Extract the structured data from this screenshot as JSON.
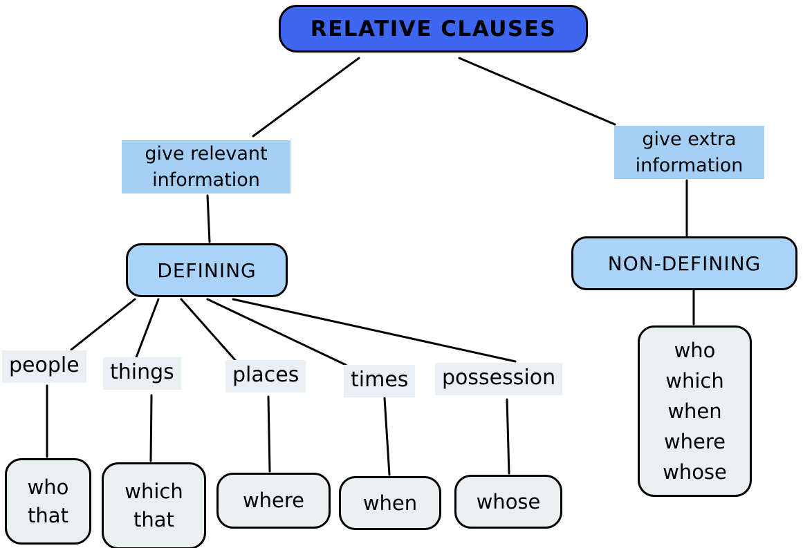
{
  "diagram": {
    "title": "RELATIVE CLAUSES",
    "root": {
      "label": "RELATIVE CLAUSES"
    },
    "left_branch": {
      "description": "give relevant\ninformation",
      "type_label": "DEFINING",
      "categories": [
        {
          "label": "people",
          "pronouns": "who\nthat"
        },
        {
          "label": "things",
          "pronouns": "which\nthat"
        },
        {
          "label": "places",
          "pronouns": "where"
        },
        {
          "label": "times",
          "pronouns": "when"
        },
        {
          "label": "possession",
          "pronouns": "whose"
        }
      ]
    },
    "right_branch": {
      "description": "give extra\ninformation",
      "type_label": "NON-DEFINING",
      "pronouns": "who\nwhich\nwhen\nwhere\nwhose"
    },
    "edges": [
      {
        "from": "relative-clauses",
        "to": "give-relevant-information"
      },
      {
        "from": "relative-clauses",
        "to": "give-extra-information"
      },
      {
        "from": "give-relevant-information",
        "to": "defining"
      },
      {
        "from": "give-extra-information",
        "to": "non-defining"
      },
      {
        "from": "defining",
        "to": "people"
      },
      {
        "from": "defining",
        "to": "things"
      },
      {
        "from": "defining",
        "to": "places"
      },
      {
        "from": "defining",
        "to": "times"
      },
      {
        "from": "defining",
        "to": "possession"
      },
      {
        "from": "people",
        "to": "who-that"
      },
      {
        "from": "things",
        "to": "which-that"
      },
      {
        "from": "places",
        "to": "where"
      },
      {
        "from": "times",
        "to": "when"
      },
      {
        "from": "possession",
        "to": "whose"
      },
      {
        "from": "non-defining",
        "to": "non-defining-pronouns"
      }
    ],
    "colors": {
      "root_fill": "#3D66F1",
      "branch_fill": "#A5D0F6",
      "type_fill": "#A9D3F8",
      "label_fill": "#E9F0F3",
      "leaf_fill": "#E9F0F1",
      "line": "#000000"
    }
  }
}
